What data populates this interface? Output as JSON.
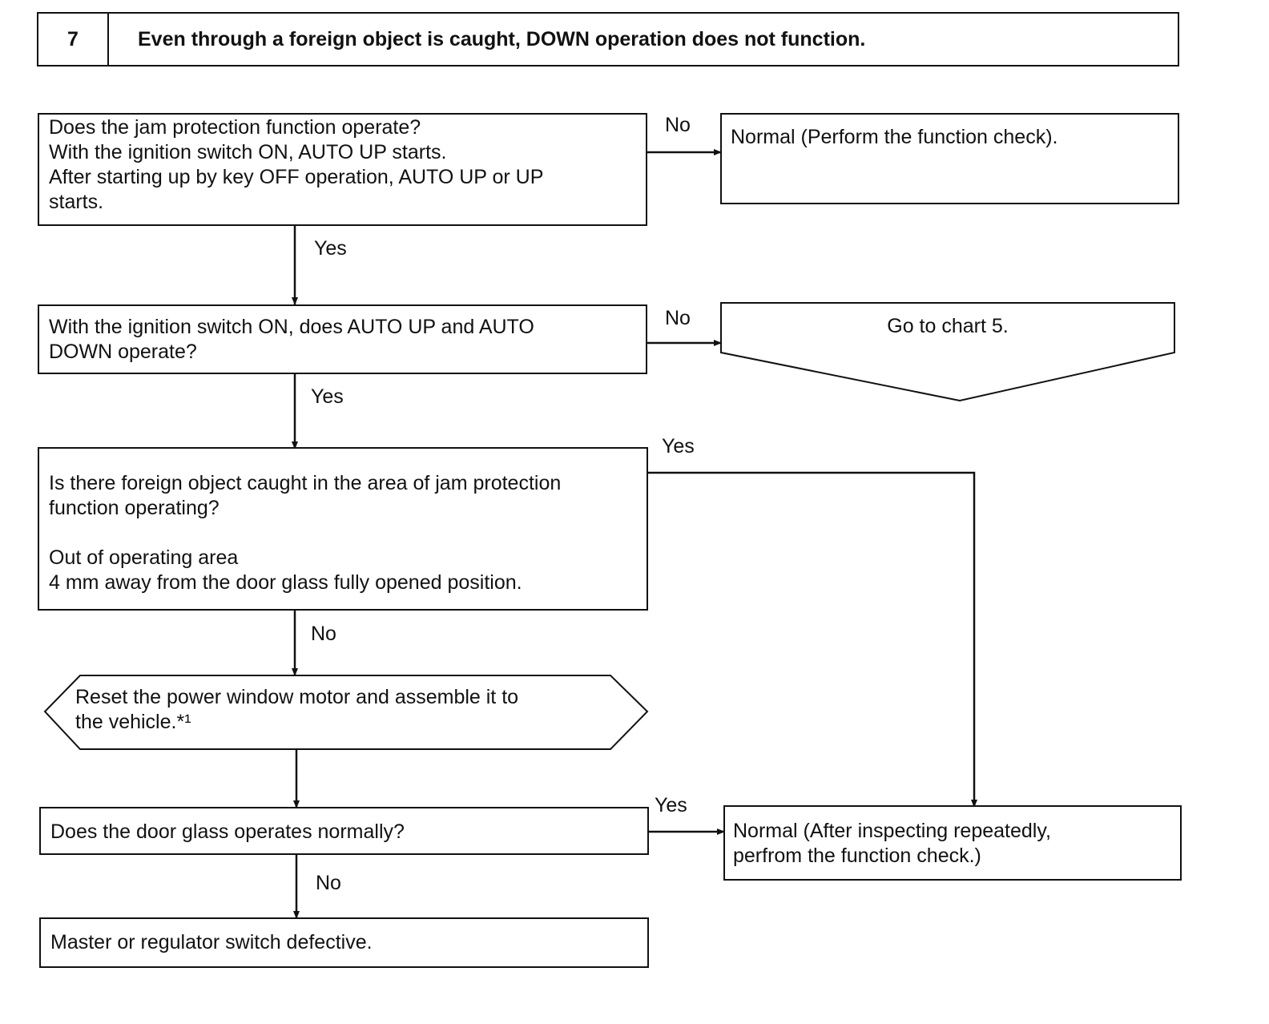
{
  "header": {
    "number": "7",
    "title": "Even through a foreign object is caught, DOWN operation does not function."
  },
  "steps": {
    "jam_check": "Does the jam protection function operate?\nWith the ignition switch ON, AUTO UP starts.\nAfter starting up by key OFF operation, AUTO UP or UP\nstarts.",
    "normal_function_check": "Normal (Perform the function check).",
    "auto_up_down_check": "With the ignition switch ON, does AUTO UP and AUTO\nDOWN operate?",
    "go_to_chart": "Go to chart 5.",
    "foreign_object_check": "Is there foreign object caught in the area of jam protection\nfunction operating?\n\nOut of operating area\n 4 mm away from the door glass fully opened position.",
    "reset_motor": "Reset the power window motor and assemble it to\nthe vehicle.*¹",
    "door_glass_check": "Does the door glass operates normally?",
    "normal_repeat_check": "Normal (After inspecting repeatedly,\nperfrom the function check.)",
    "defective": "Master or regulator switch defective."
  },
  "branch_labels": {
    "jam_no": "No",
    "jam_yes": "Yes",
    "auto_no": "No",
    "auto_yes": "Yes",
    "foreign_yes": "Yes",
    "foreign_no": "No",
    "glass_yes": "Yes",
    "glass_no": "No"
  }
}
